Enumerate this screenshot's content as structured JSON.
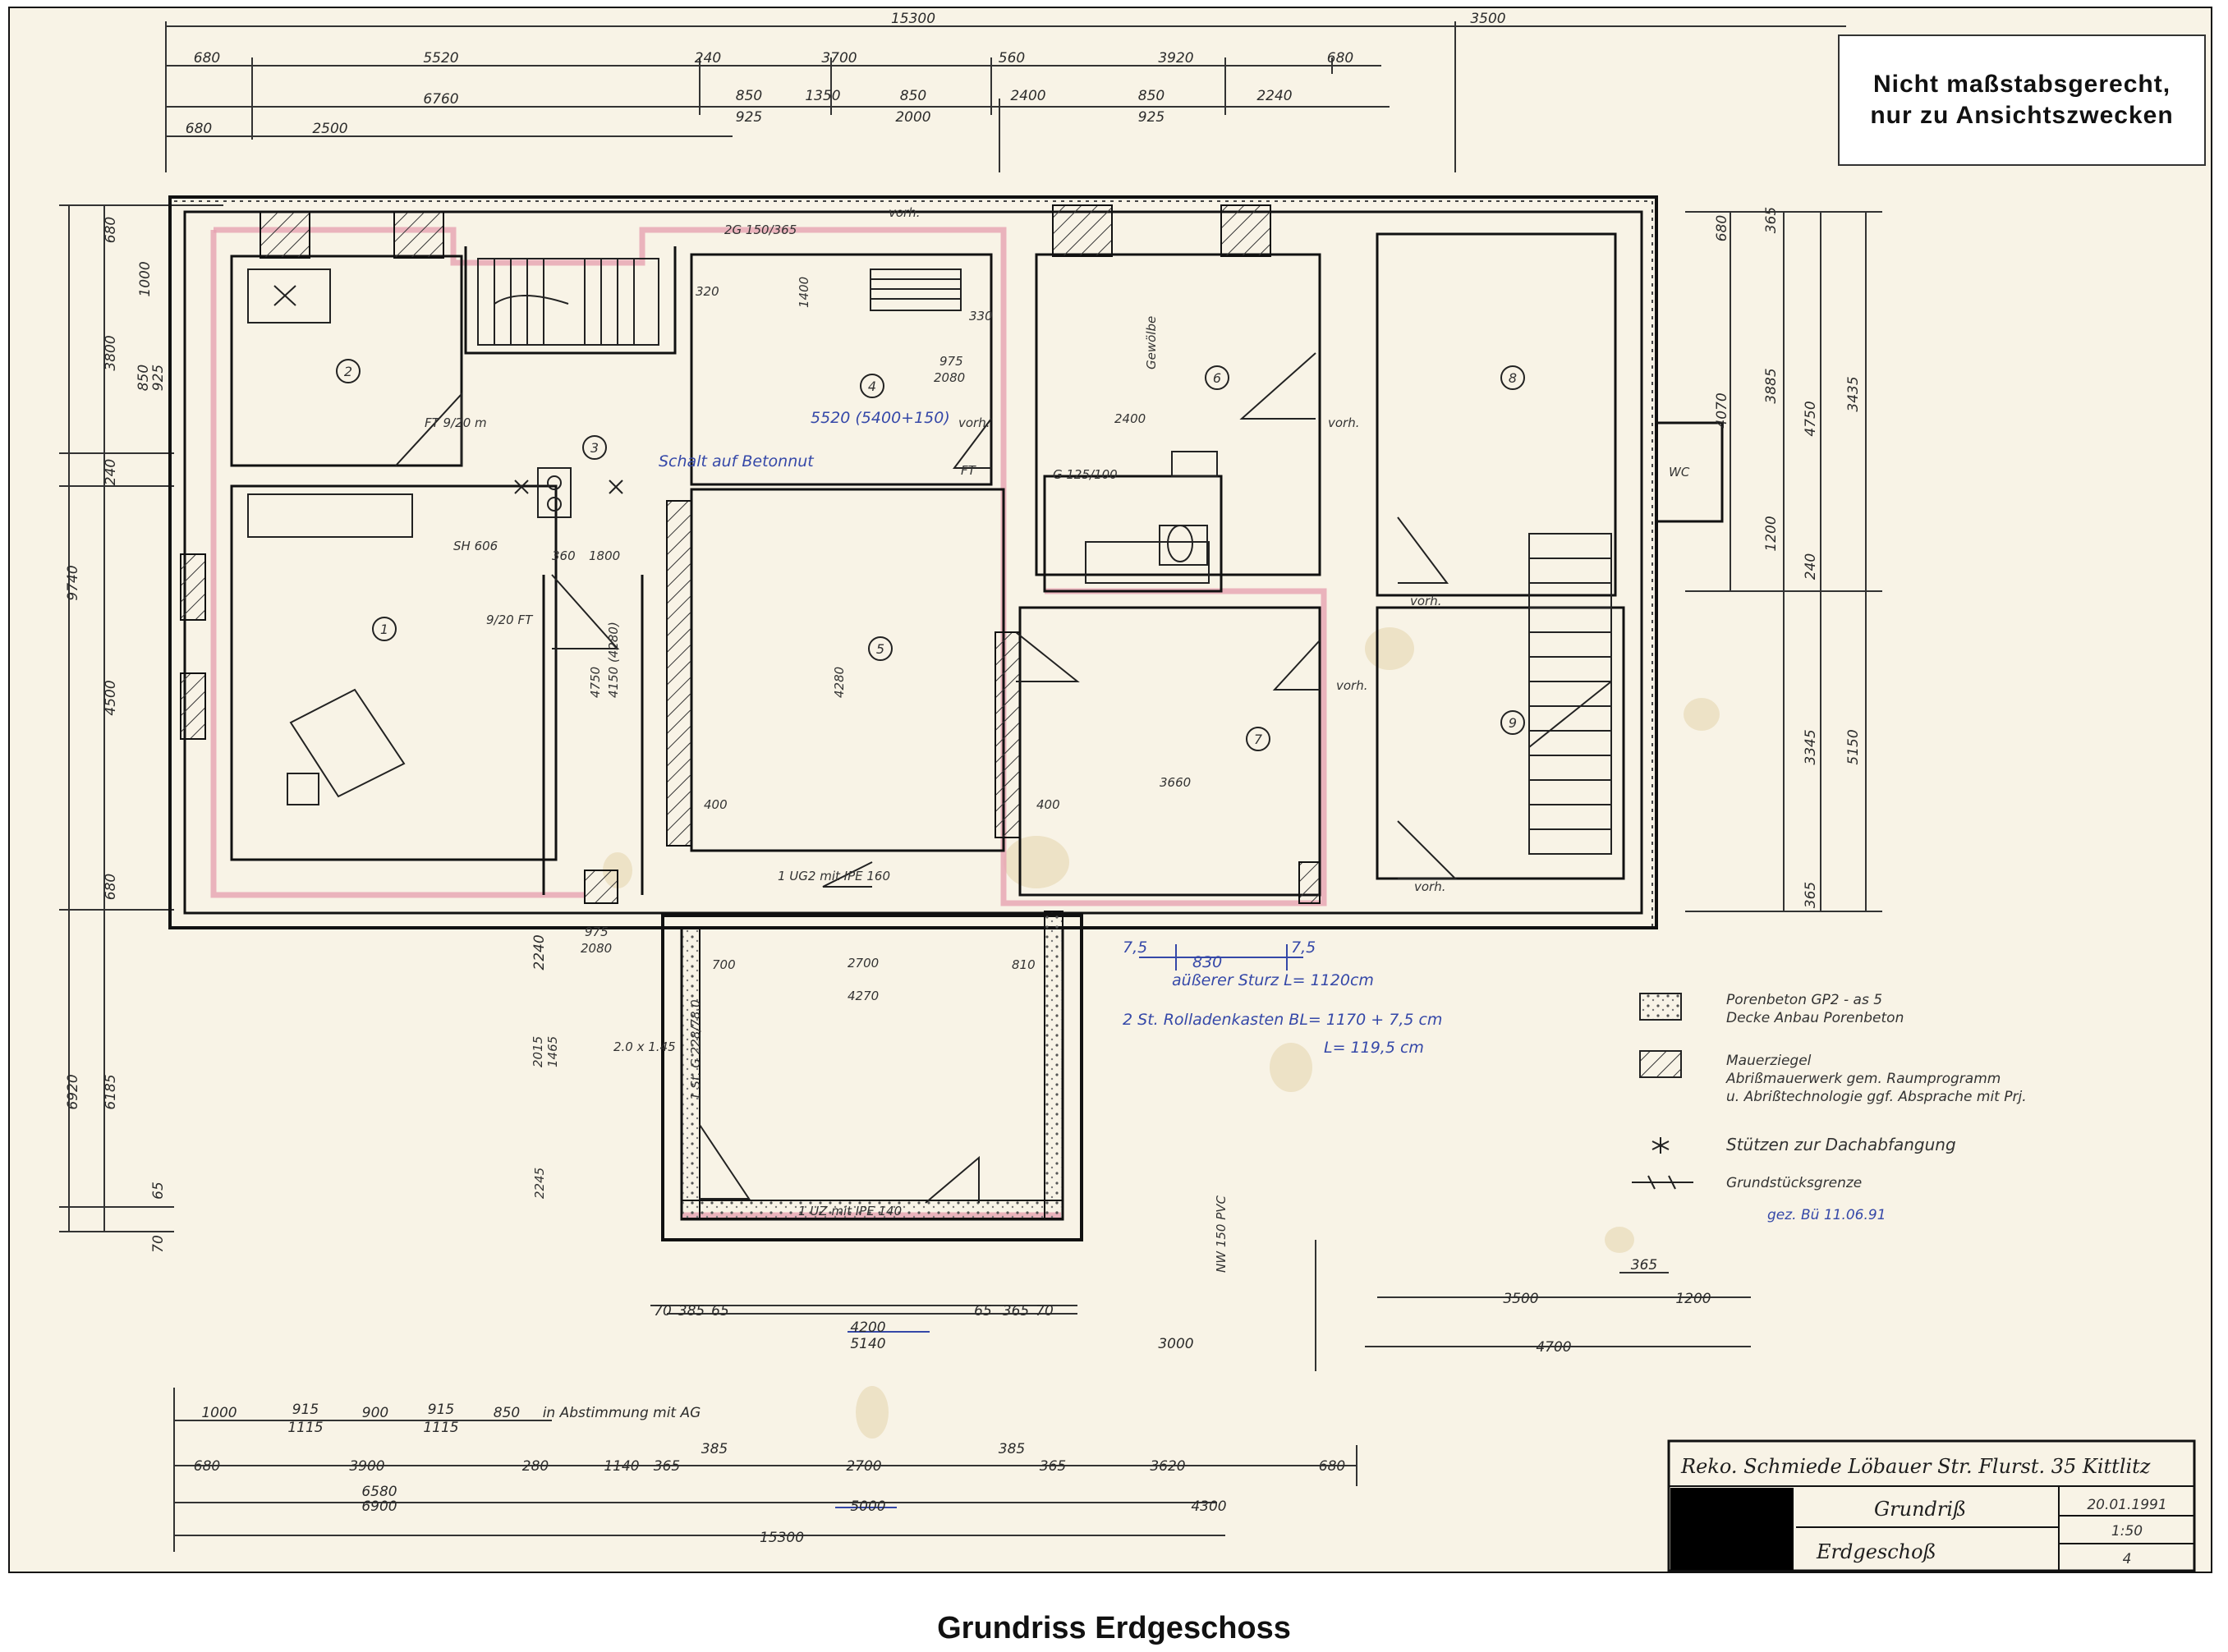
{
  "disclaimer": {
    "line1": "Nicht maßstabsgerecht,",
    "line2": "nur zu Ansichtszwecken"
  },
  "caption": "Grundriss Erdgeschoss",
  "title_block": {
    "project": "Reko. Schmiede Löbauer Str. Flurst. 35  Kittlitz",
    "drawing": "Grundriß",
    "floor": "Erdgeschoß",
    "date": "20.01.1991",
    "scale": "1:50",
    "sheet_no": "4"
  },
  "rooms": {
    "r1": "1",
    "r2": "2",
    "r3": "3",
    "r4": "4",
    "r5": "5",
    "r6": "6",
    "r7": "7",
    "r8": "8",
    "r9": "9"
  },
  "legend": {
    "porenbeton_1": "Porenbeton GP2 - as 5",
    "porenbeton_2": "Decke Anbau Porenbeton",
    "mauer_1": "Mauerziegel",
    "mauer_2": "Abrißmauerwerk gem. Raumprogramm",
    "mauer_3": "u. Abrißtechnologie ggf. Absprache mit Prj.",
    "stuetzen": "Stützen zur Dachabfangung",
    "grenze": "Grundstücksgrenze",
    "signature": "gez. Bü   11.06.91"
  },
  "dims_top": {
    "d15300": "15300",
    "d3500": "3500",
    "d680a": "680",
    "d5520": "5520",
    "d240": "240",
    "d3700": "3700",
    "d560": "560",
    "d3920": "3920",
    "d680b": "680",
    "d6760": "6760",
    "d850a": "850",
    "d925a": "925",
    "d1350": "1350",
    "d850b": "850",
    "d2000": "2000",
    "d2400": "2400",
    "d850c": "850",
    "d925b": "925",
    "d2240": "2240",
    "d680c": "680",
    "d2500": "2500"
  },
  "dims_left": {
    "l680a": "680",
    "l1000": "1000",
    "l3800": "3800",
    "l850": "850",
    "l925": "925",
    "l240": "240",
    "l4500": "4500",
    "l9740": "9740",
    "l680b": "680",
    "l2240": "2240",
    "l6920": "6920",
    "l6185": "6185",
    "l65": "65",
    "l70": "70"
  },
  "dims_right": {
    "r680": "680",
    "r365": "365",
    "r4070": "4070",
    "r3885": "3885",
    "r4750": "4750",
    "r3435": "3435",
    "r1200": "1200",
    "r240": "240",
    "r5150": "5150",
    "r3345": "3345",
    "r365b": "365"
  },
  "dims_bottom": {
    "b1000": "1000",
    "b915a": "915",
    "b1115a": "1115",
    "b900": "900",
    "b915b": "915",
    "b1115b": "1115",
    "b850": "850",
    "b_note": "in Abstimmung mit AG",
    "b680": "680",
    "b3900": "3900",
    "b280": "280",
    "b1140": "1140",
    "b365a": "365",
    "b385a": "385",
    "b2700": "2700",
    "b385b": "385",
    "b365b": "365",
    "b3620": "3620",
    "b680b": "680",
    "b6580": "6580",
    "b6900": "6900",
    "b5000": "5000",
    "b4300": "4300",
    "b15300": "15300",
    "b4200": "4200",
    "b5140": "5140",
    "b3000": "3000",
    "b3500": "3500",
    "b1200": "1200",
    "b4700": "4700",
    "b365c": "365",
    "b70a": "70",
    "b385c": "385",
    "b65a": "65",
    "b65b": "65",
    "b365d": "365",
    "b70b": "70"
  },
  "labels_inner": {
    "ft920": "FT 9/20 m",
    "ft920b": "9/20 FT",
    "sh606": "SH 606",
    "g1750": "2G 150/365",
    "vorh1": "vorh.",
    "vorh2": "vorh.",
    "vorh3": "vorh.",
    "vorh4": "vorh.",
    "vorh5": "vorh.",
    "vorh6": "vorh.",
    "h330": "330",
    "h320": "320",
    "h1400": "1400",
    "h975": "975",
    "h2080": "2080",
    "h2400": "2400",
    "h4750": "4750",
    "h4150": "4150 (4280)",
    "h1800": "1800",
    "h360": "360",
    "h4280": "4280",
    "h3660": "3660",
    "h400a": "400",
    "h400b": "400",
    "h2700": "2700",
    "h4270": "4270",
    "h700": "700",
    "h810": "810",
    "h975b": "975",
    "h2080b": "2080",
    "h1465": "1465",
    "h2245": "2245",
    "h2015": "2015",
    "h20145": "2.0 x 1.45",
    "ug2": "1 UG2 mit IPE 160",
    "uz": "1 UZ mit IPE 140",
    "gewoelbe": "Gewölbe",
    "g125": "G 125/100",
    "ft": "FT",
    "g2280": "1 St. G 228/78.0",
    "wc": "WC",
    "nw150": "NW 150 PVC"
  },
  "notes_blue": {
    "n1": "aüßerer Sturz  L= 1120cm",
    "n2": "2 St. Rolladenkasten BL= 1170 + 7,5 cm",
    "n3": "L= 119,5 cm",
    "n4": "7,5",
    "n5": "830",
    "n6": "7,5",
    "n7": "Schalt auf Betonnut",
    "n8": "5520 (5400+150)"
  }
}
